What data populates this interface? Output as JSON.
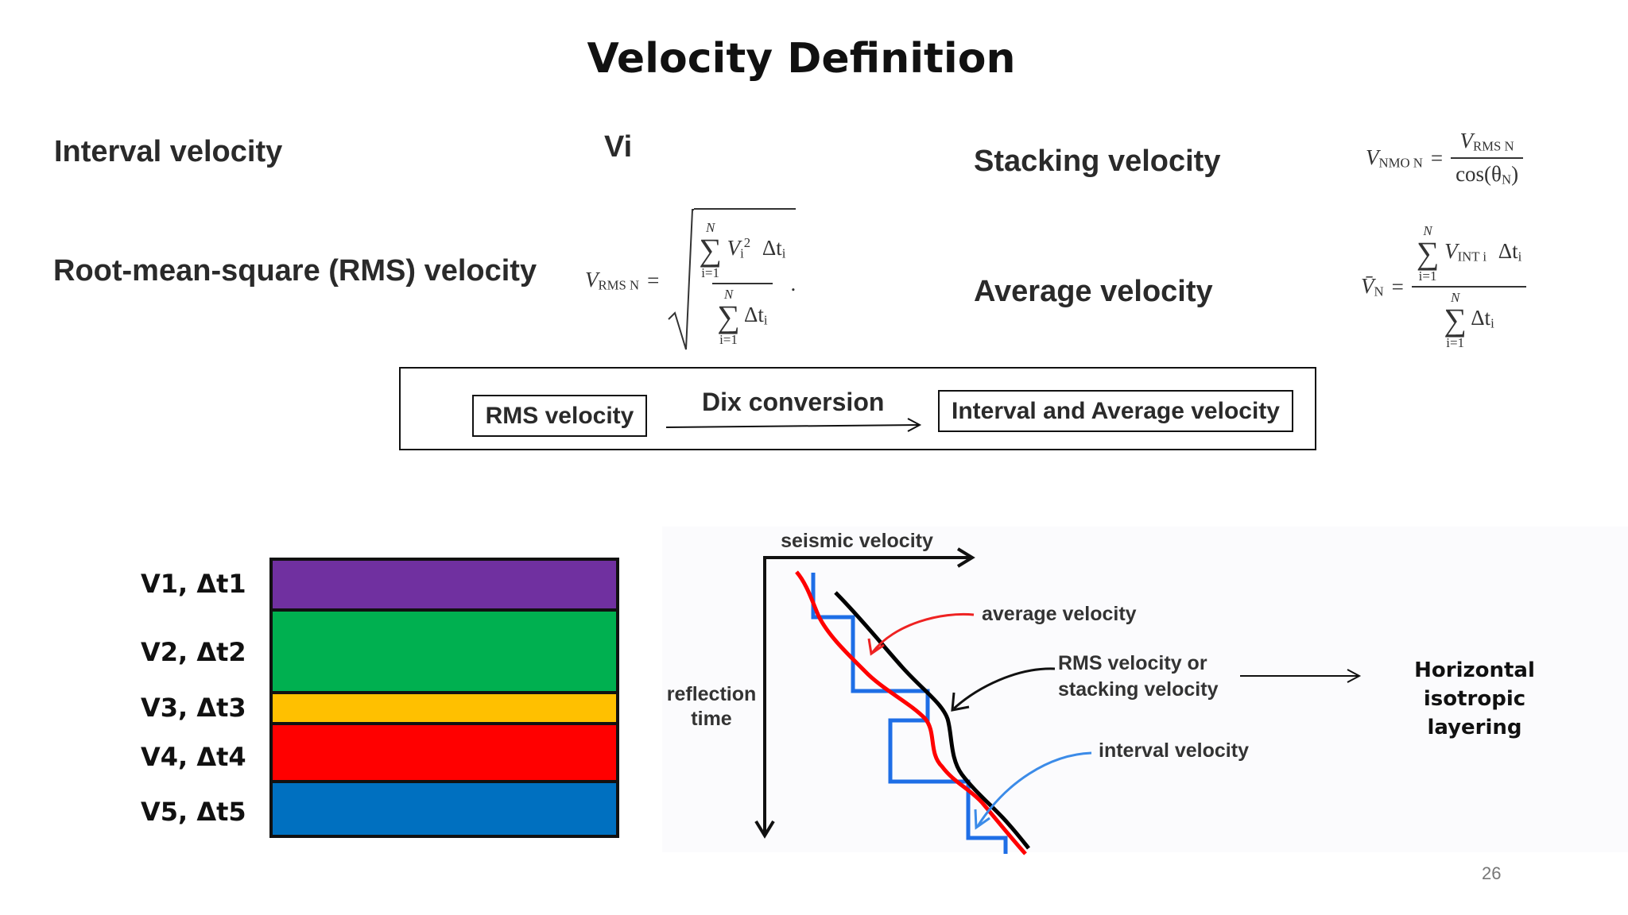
{
  "title": "Velocity Definition",
  "terms": {
    "interval": "Interval velocity",
    "interval_symbol": "Vi",
    "rms": "Root-mean-square (RMS) velocity",
    "stacking": "Stacking velocity",
    "average": "Average velocity"
  },
  "formulas": {
    "stacking": {
      "lhs": "V",
      "lhs_sub": "NMO N",
      "num": "V",
      "num_sub": "RMS N",
      "den": "cos(θ",
      "den_sub": "N",
      "den_end": ")"
    },
    "rms": {
      "lhs": "V",
      "lhs_sub": "RMS N",
      "eq": "=",
      "sum_top": "N",
      "sum_bottom": "i=1",
      "term_v": "V",
      "term_sub": "i",
      "term_sup": "2",
      "term_dt": "Δt",
      "dt_sub": "i",
      "dot": "."
    },
    "average": {
      "lhs": "V̄",
      "lhs_sub": "N",
      "eq": "=",
      "sum_top": "N",
      "sum_bottom": "i=1",
      "term_v": "V",
      "term_sub": "INT i",
      "term_dt": "Δt",
      "dt_sub": "i"
    }
  },
  "conversion": {
    "from": "RMS velocity",
    "arrow_label": "Dix conversion",
    "to": "Interval and Average velocity"
  },
  "layers": [
    {
      "label": "V1, Δt1",
      "color": "#7030a0"
    },
    {
      "label": "V2, Δt2",
      "color": "#00b050"
    },
    {
      "label": "V3, Δt3",
      "color": "#ffc000"
    },
    {
      "label": "V4, Δt4",
      "color": "#ff0000"
    },
    {
      "label": "V5, Δt5",
      "color": "#0070c0"
    }
  ],
  "plot": {
    "x_axis_label": "seismic velocity",
    "y_axis_label_line1": "reflection",
    "y_axis_label_line2": "time",
    "label_average": "average velocity",
    "label_rms_line1": "RMS velocity or",
    "label_rms_line2": "stacking velocity",
    "label_interval": "interval velocity",
    "colors": {
      "average": "#ff0000",
      "rms": "#000000",
      "interval": "#1e6ee6",
      "avg_pointer": "#ee2222",
      "int_pointer": "#3b8be8"
    }
  },
  "conclusion": {
    "line1": "Horizontal isotropic",
    "line2": "layering"
  },
  "page_number": "26"
}
